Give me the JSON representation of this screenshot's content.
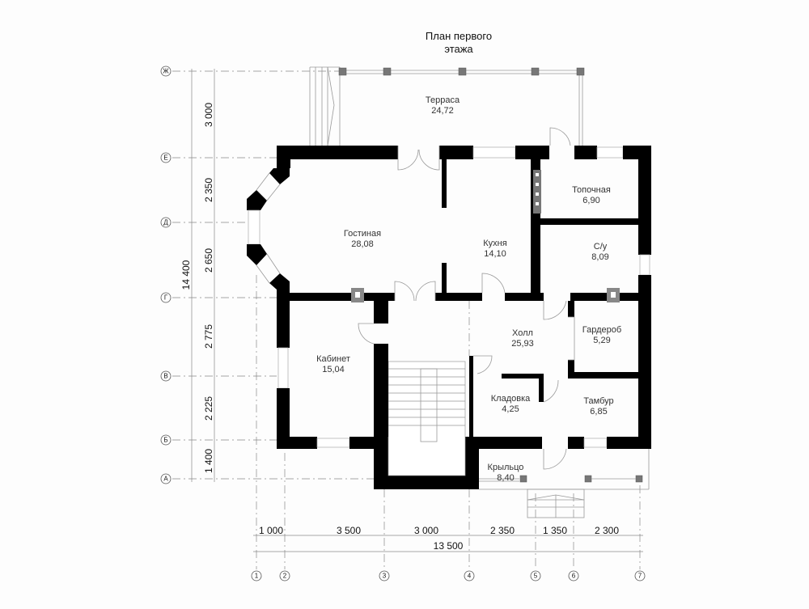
{
  "title": [
    "План первого",
    "этажа"
  ],
  "rooms": [
    {
      "name": "Терраса",
      "area": "24,72"
    },
    {
      "name": "Гостиная",
      "area": "28,08"
    },
    {
      "name": "Кухня",
      "area": "14,10"
    },
    {
      "name": "Топочная",
      "area": "6,90"
    },
    {
      "name": "С/у",
      "area": "8,09"
    },
    {
      "name": "Кабинет",
      "area": "15,04"
    },
    {
      "name": "Холл",
      "area": "25,93"
    },
    {
      "name": "Гардероб",
      "area": "5,29"
    },
    {
      "name": "Кладовка",
      "area": "4,25"
    },
    {
      "name": "Тамбур",
      "area": "6,85"
    },
    {
      "name": "Крыльцо",
      "area": "8,40"
    }
  ],
  "row_axes": [
    "Ж",
    "Е",
    "Д",
    "Г",
    "В",
    "Б",
    "А"
  ],
  "col_axes": [
    "1",
    "2",
    "3",
    "4",
    "5",
    "6",
    "7"
  ],
  "vertical_dims": [
    "3 000",
    "2 350",
    "2 650",
    "2 775",
    "2 225",
    "1 400"
  ],
  "vertical_total": "14 400",
  "horizontal_dims": [
    "1 000",
    "3 500",
    "3 000",
    "2 350",
    "1 350",
    "2 300"
  ],
  "horizontal_total": "13 500"
}
